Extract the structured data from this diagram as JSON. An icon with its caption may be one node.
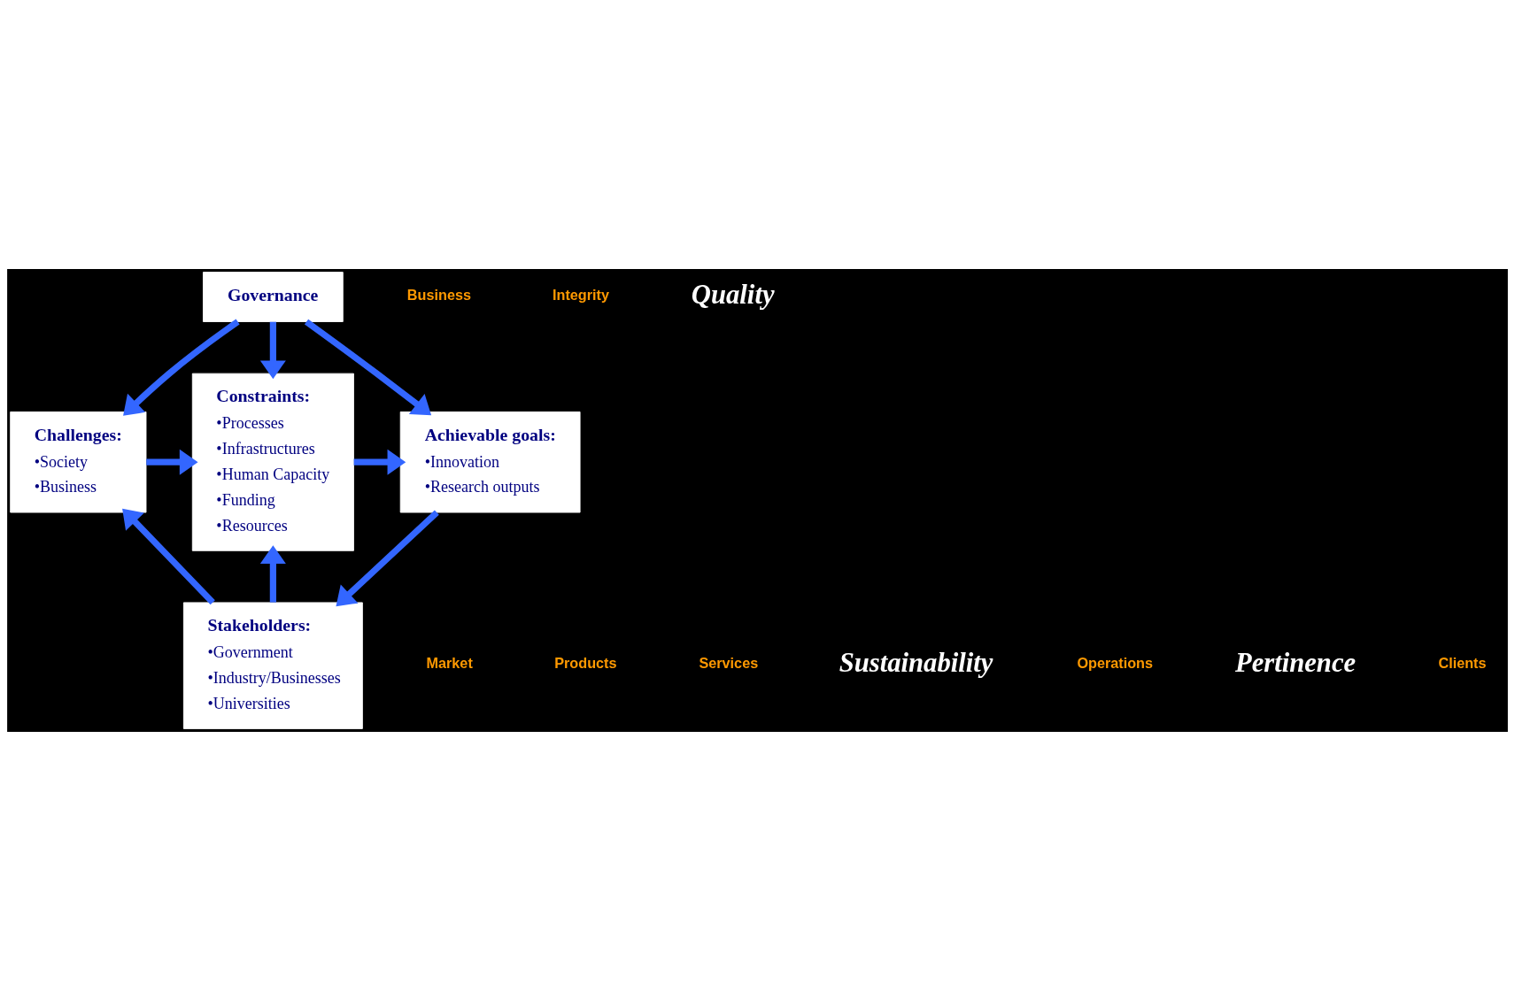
{
  "diagram": {
    "nodes": [
      {
        "text": [
          "Governance"
        ]
      },
      {
        "text": [
          "Constraints:",
          "•Processes",
          "•Infrastructures",
          "•Human Capacity",
          "•Funding",
          "•Resources"
        ]
      },
      {
        "text": [
          "Challenges:",
          "•Society",
          "•Business"
        ]
      },
      {
        "text": [
          "Achievable goals:",
          "•Innovation",
          "•Research outputs"
        ]
      },
      {
        "text": [
          "Stakeholders:",
          "•Government",
          "•Industry/Businesses",
          "•Universities"
        ]
      }
    ],
    "edges": [
      {
        "from": 0,
        "to": 2,
        "arrow": "to"
      },
      {
        "from": 0,
        "to": 3,
        "arrow": "to"
      },
      {
        "from": 0,
        "to": 1,
        "arrow": "to"
      },
      {
        "from": 2,
        "to": 1,
        "arrow": "to"
      },
      {
        "from": 1,
        "to": 3,
        "arrow": "to"
      },
      {
        "from": 4,
        "to": 1,
        "arrow": "to"
      },
      {
        "from": 3,
        "to": 4,
        "arrow": "to"
      },
      {
        "from": 4,
        "to": 2,
        "arrow": "to"
      }
    ],
    "labels": [
      "Business",
      "Integrity",
      "Quality",
      "Market",
      "Products",
      "Services",
      "Sustainability",
      "Operations",
      "Pertinence",
      "Clients"
    ]
  }
}
